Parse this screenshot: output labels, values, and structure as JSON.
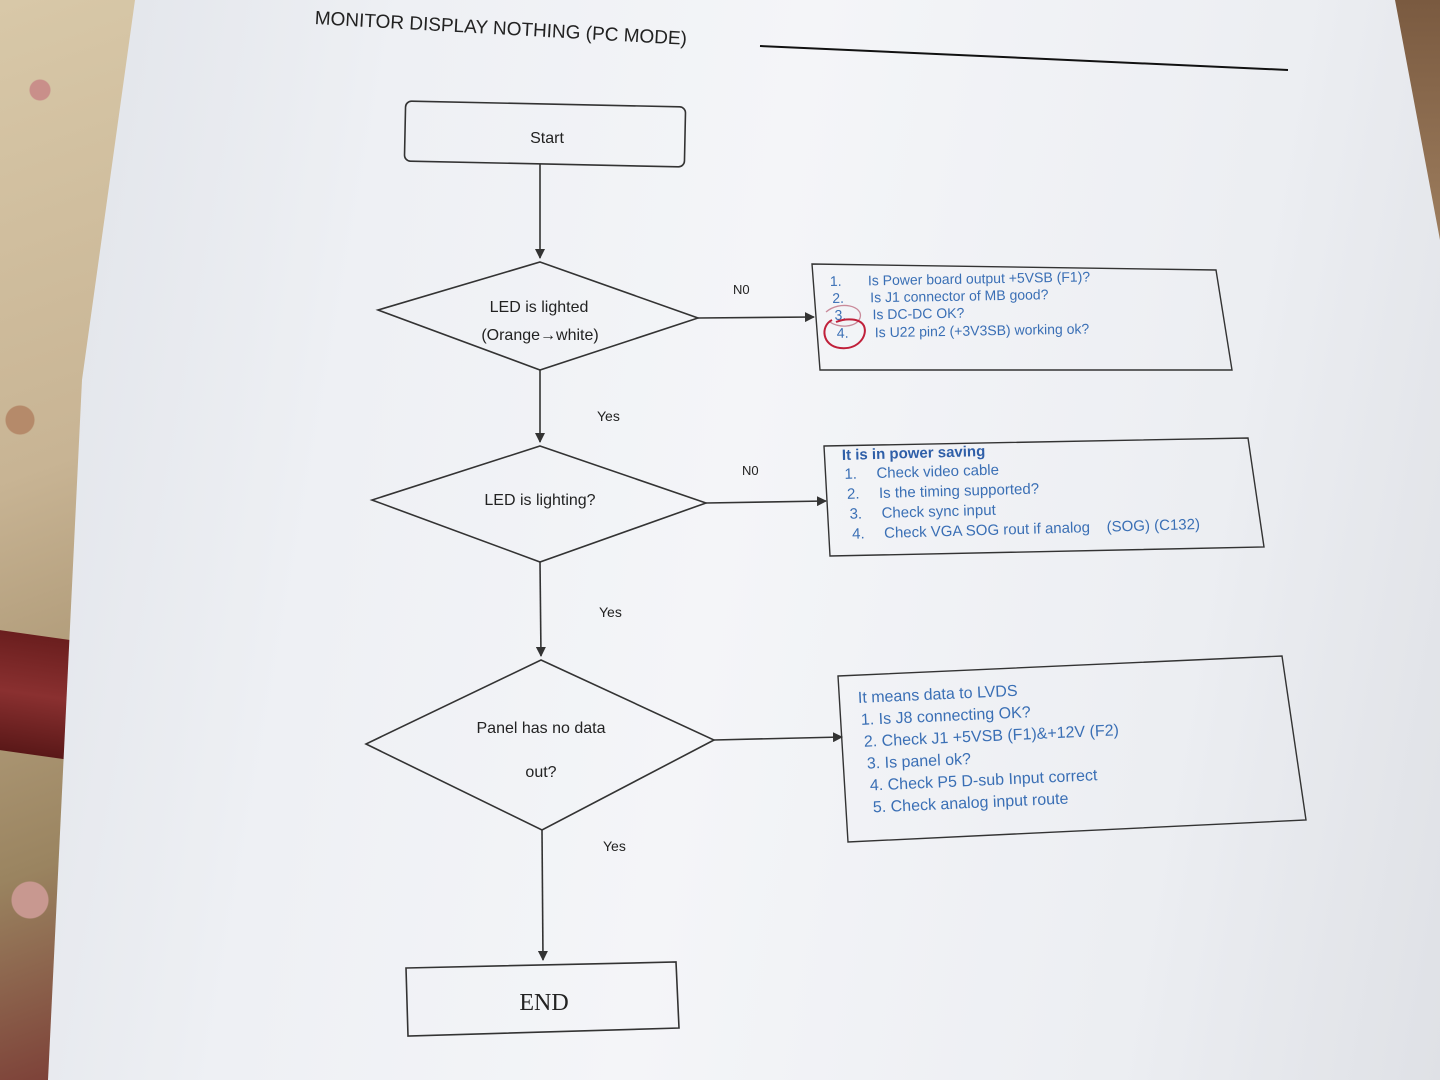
{
  "title": "MONITOR DISPLAY NOTHING (PC MODE)",
  "nodes": {
    "start": "Start",
    "end": "END",
    "d1_line1": "LED is lighted",
    "d1_line2": "(Orange→white)",
    "d2": "LED is lighting?",
    "d3_line1": "Panel has no data",
    "d3_line2": "out?"
  },
  "edges": {
    "d1_no": "N0",
    "d1_yes": "Yes",
    "d2_no": "N0",
    "d2_yes": "Yes",
    "d3_yes": "Yes"
  },
  "box1": {
    "items": [
      {
        "num": "1.",
        "text": "Is Power board output +5VSB (F1)?"
      },
      {
        "num": "2.",
        "text": "Is J1 connector of MB good?"
      },
      {
        "num": "3.",
        "text": "Is DC-DC OK?"
      },
      {
        "num": "4.",
        "text": "Is U22 pin2 (+3V3SB) working ok?"
      }
    ]
  },
  "box2": {
    "heading": "It is in power saving",
    "items": [
      {
        "num": "1.",
        "text": "Check video cable"
      },
      {
        "num": "2.",
        "text": "Is the timing supported?"
      },
      {
        "num": "3.",
        "text": "Check sync input"
      },
      {
        "num": "4.",
        "text": "Check VGA SOG rout if analog    (SOG) (C132)"
      }
    ]
  },
  "box3": {
    "heading": "It means data to LVDS",
    "items": [
      "1. Is J8 connecting OK?",
      "2. Check J1 +5VSB (F1)&+12V (F2)",
      "3. Is panel ok?",
      "4. Check P5 D-sub Input correct",
      "5. Check analog input route"
    ]
  },
  "colors": {
    "text_blue": "#3a6fb5",
    "ink": "#222222",
    "annotation_red": "#c0203a"
  }
}
